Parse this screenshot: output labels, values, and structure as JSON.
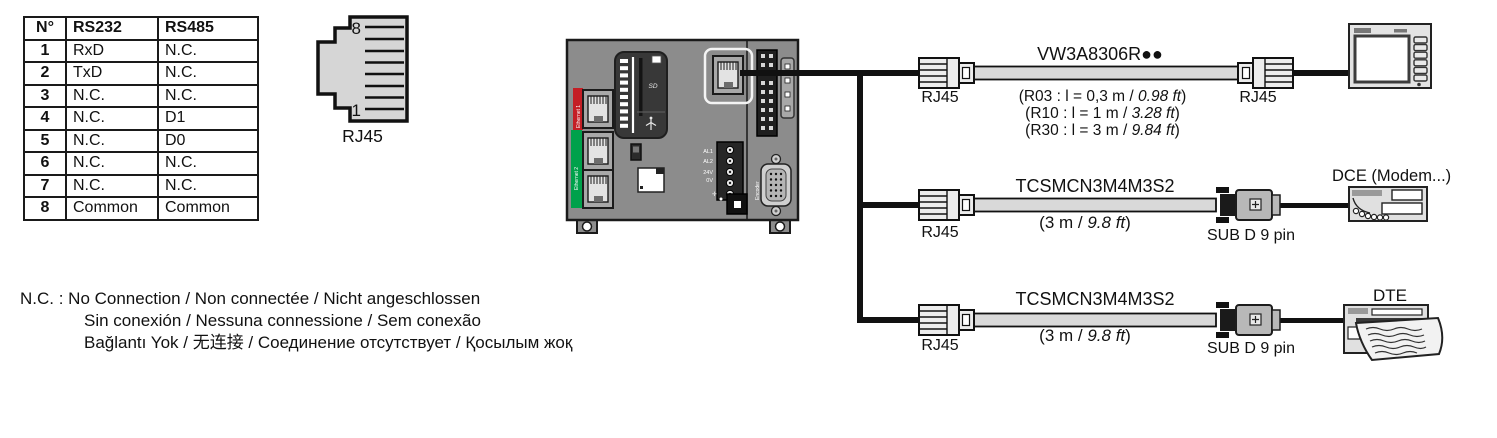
{
  "pinout_table": {
    "headers": [
      "N°",
      "RS232",
      "RS485"
    ],
    "rows": [
      [
        "1",
        "RxD",
        "N.C."
      ],
      [
        "2",
        "TxD",
        "N.C."
      ],
      [
        "3",
        "N.C.",
        "N.C."
      ],
      [
        "4",
        "N.C.",
        "D1"
      ],
      [
        "5",
        "N.C.",
        "D0"
      ],
      [
        "6",
        "N.C.",
        "N.C."
      ],
      [
        "7",
        "N.C.",
        "N.C."
      ],
      [
        "8",
        "Common",
        "Common"
      ]
    ]
  },
  "rj45_plug": {
    "pin_top": "8",
    "pin_bottom": "1",
    "label": "RJ45"
  },
  "device": {
    "ethernet1_label": "Ethernet 1",
    "ethernet2_label": "Ethernet 2",
    "sd_label": "SD",
    "terminal_labels": [
      "AL1",
      "AL2",
      "24V",
      "0V"
    ],
    "encoder_label": "Encoder"
  },
  "cable1": {
    "name": "VW3A8306R●●",
    "left_connector_label": "RJ45",
    "right_connector_label": "RJ45",
    "notes": [
      {
        "pre": "(R03 : l = 0,3 m / ",
        "italic": "0.98 ft",
        "post": ")"
      },
      {
        "pre": "(R10 : l = 1 m / ",
        "italic": "3.28 ft",
        "post": ")"
      },
      {
        "pre": "(R30 : l = 3 m / ",
        "italic": "9.84 ft",
        "post": ")"
      }
    ]
  },
  "cable2": {
    "name": "TCSMCN3M4M3S2",
    "length": {
      "pre": "(3 m / ",
      "italic": "9.8 ft",
      "post": ")"
    },
    "left_connector_label": "RJ45",
    "right_connector_label": "SUB D 9 pin",
    "target_label": "DCE (Modem...)"
  },
  "cable3": {
    "name": "TCSMCN3M4M3S2",
    "length": {
      "pre": "(3 m / ",
      "italic": "9.8 ft",
      "post": ")"
    },
    "left_connector_label": "RJ45",
    "right_connector_label": "SUB D 9 pin",
    "target_label": "DTE"
  },
  "legend": {
    "line1": "N.C. : No Connection / Non connectée / Nicht angeschlossen",
    "line2": "Sin conexión / Nessuna connessione / Sem conexão",
    "line3": "Bağlantı Yok / 无连接 / Соединение отсутствует / Қосылым жоқ"
  },
  "colors": {
    "ethernet1_red": "#c41e25",
    "ethernet2_green": "#00a14b",
    "device_grey": "#8c8c8c",
    "cable_grey": "#d9d9d9"
  }
}
